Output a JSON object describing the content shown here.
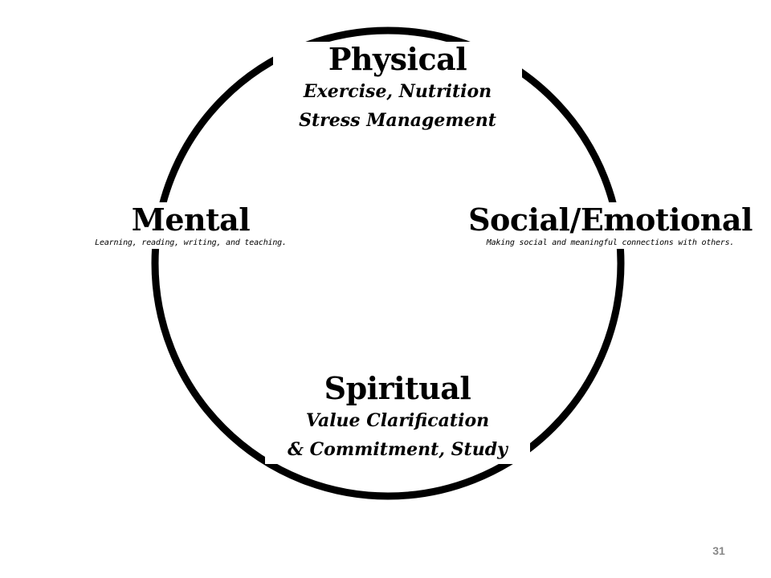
{
  "colors": {
    "ring": "#000000",
    "text": "#000000",
    "page_number": "#888888",
    "background": "#ffffff"
  },
  "nodes": {
    "physical": {
      "title": "Physical",
      "lines": [
        "Exercise, Nutrition",
        "Stress Management"
      ]
    },
    "mental": {
      "title": "Mental",
      "caption": "Learning, reading, writing, and teaching."
    },
    "social": {
      "title": "Social/Emotional",
      "caption": "Making social and meaningful connections with others."
    },
    "spiritual": {
      "title": "Spiritual",
      "lines": [
        "Value Clarification",
        "& Commitment, Study"
      ]
    }
  },
  "page_number": "31"
}
